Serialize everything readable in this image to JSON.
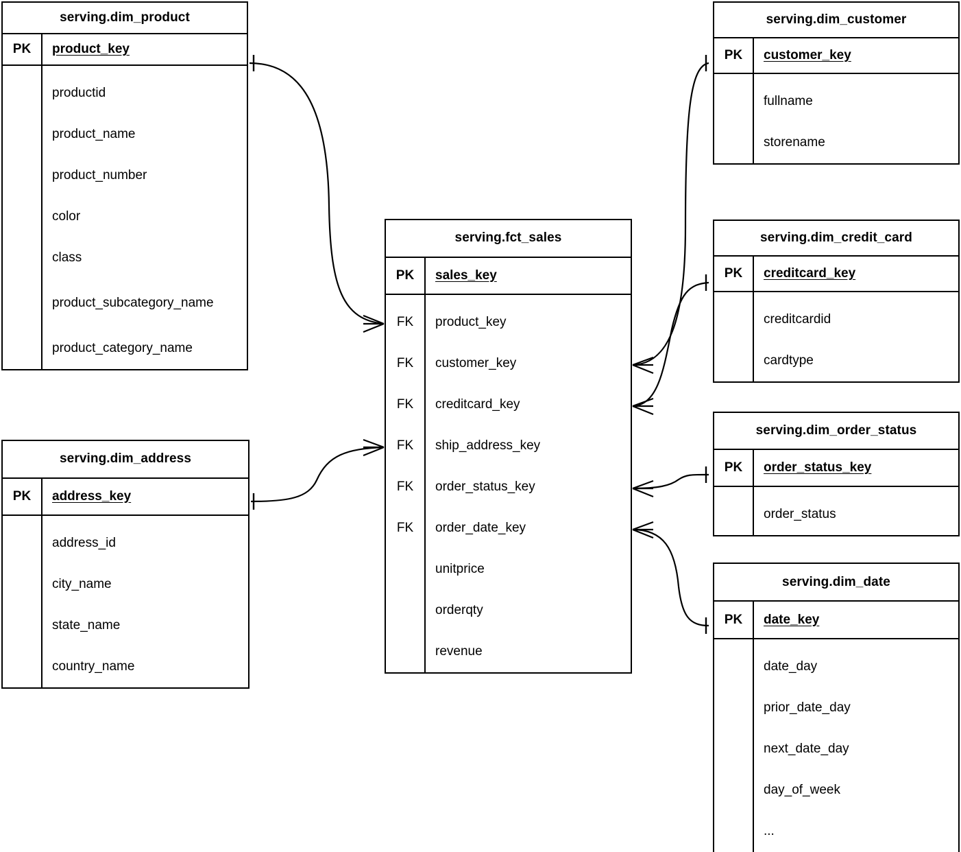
{
  "diagram": {
    "title": "serving star schema ER diagram",
    "background_color": "#ffffff",
    "line_color": "#000000",
    "pk_badge_label": "PK",
    "fk_badge_label": "FK"
  },
  "entities": {
    "dim_product": {
      "name": "serving.dim_product",
      "pk": {
        "badge": "PK",
        "name": "product_key"
      },
      "attributes": [
        {
          "badge": "",
          "name": "productid"
        },
        {
          "badge": "",
          "name": "product_name"
        },
        {
          "badge": "",
          "name": "product_number"
        },
        {
          "badge": "",
          "name": "color"
        },
        {
          "badge": "",
          "name": "class"
        },
        {
          "badge": "",
          "name": "product_subcategory_name"
        },
        {
          "badge": "",
          "name": "product_category_name"
        }
      ]
    },
    "dim_address": {
      "name": "serving.dim_address",
      "pk": {
        "badge": "PK",
        "name": "address_key"
      },
      "attributes": [
        {
          "badge": "",
          "name": "address_id"
        },
        {
          "badge": "",
          "name": "city_name"
        },
        {
          "badge": "",
          "name": "state_name"
        },
        {
          "badge": "",
          "name": "country_name"
        }
      ]
    },
    "fct_sales": {
      "name": "serving.fct_sales",
      "pk": {
        "badge": "PK",
        "name": "sales_key"
      },
      "attributes": [
        {
          "badge": "FK",
          "name": "product_key"
        },
        {
          "badge": "FK",
          "name": "customer_key"
        },
        {
          "badge": "FK",
          "name": "creditcard_key"
        },
        {
          "badge": "FK",
          "name": "ship_address_key"
        },
        {
          "badge": "FK",
          "name": "order_status_key"
        },
        {
          "badge": "FK",
          "name": "order_date_key"
        },
        {
          "badge": "",
          "name": "unitprice"
        },
        {
          "badge": "",
          "name": "orderqty"
        },
        {
          "badge": "",
          "name": "revenue"
        }
      ]
    },
    "dim_customer": {
      "name": "serving.dim_customer",
      "pk": {
        "badge": "PK",
        "name": "customer_key"
      },
      "attributes": [
        {
          "badge": "",
          "name": "fullname"
        },
        {
          "badge": "",
          "name": "storename"
        }
      ]
    },
    "dim_credit_card": {
      "name": "serving.dim_credit_card",
      "pk": {
        "badge": "PK",
        "name": "creditcard_key"
      },
      "attributes": [
        {
          "badge": "",
          "name": "creditcardid"
        },
        {
          "badge": "",
          "name": "cardtype"
        }
      ]
    },
    "dim_order_status": {
      "name": "serving.dim_order_status",
      "pk": {
        "badge": "PK",
        "name": "order_status_key"
      },
      "attributes": [
        {
          "badge": "",
          "name": "order_status"
        }
      ]
    },
    "dim_date": {
      "name": "serving.dim_date",
      "pk": {
        "badge": "PK",
        "name": "date_key"
      },
      "attributes": [
        {
          "badge": "",
          "name": "date_day"
        },
        {
          "badge": "",
          "name": "prior_date_day"
        },
        {
          "badge": "",
          "name": "next_date_day"
        },
        {
          "badge": "",
          "name": "day_of_week"
        },
        {
          "badge": "",
          "name": "..."
        }
      ]
    }
  },
  "relationships": [
    {
      "from": "dim_product",
      "from_field": "product_key",
      "to": "fct_sales",
      "to_field": "product_key",
      "from_cardinality": "one",
      "to_cardinality": "many"
    },
    {
      "from": "dim_address",
      "from_field": "address_key",
      "to": "fct_sales",
      "to_field": "ship_address_key",
      "from_cardinality": "one",
      "to_cardinality": "many"
    },
    {
      "from": "dim_customer",
      "from_field": "customer_key",
      "to": "fct_sales",
      "to_field": "customer_key",
      "from_cardinality": "one",
      "to_cardinality": "many"
    },
    {
      "from": "dim_credit_card",
      "from_field": "creditcard_key",
      "to": "fct_sales",
      "to_field": "creditcard_key",
      "from_cardinality": "one",
      "to_cardinality": "many"
    },
    {
      "from": "dim_order_status",
      "from_field": "order_status_key",
      "to": "fct_sales",
      "to_field": "order_status_key",
      "from_cardinality": "one",
      "to_cardinality": "many"
    },
    {
      "from": "dim_date",
      "from_field": "date_key",
      "to": "fct_sales",
      "to_field": "order_date_key",
      "from_cardinality": "one",
      "to_cardinality": "many"
    }
  ]
}
